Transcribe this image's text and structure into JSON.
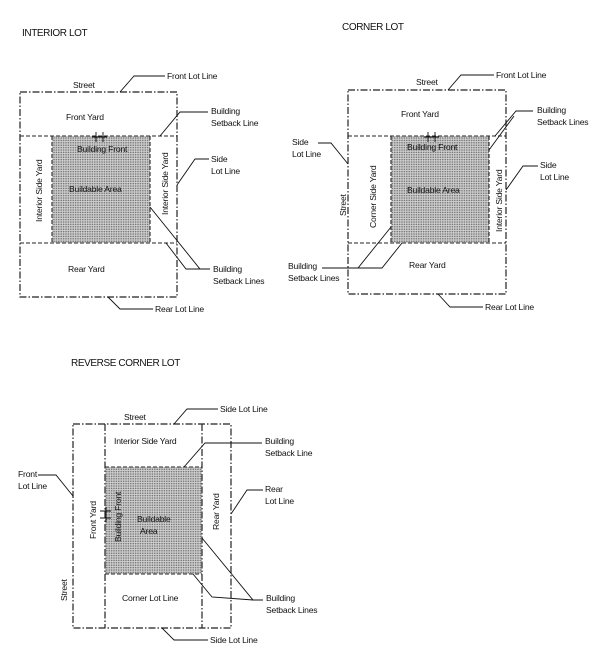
{
  "diagrams": [
    {
      "title": "INTERIOR LOT",
      "labels": {
        "street": "Street",
        "front_yard": "Front Yard",
        "building_front": "Building Front",
        "buildable_area": "Buildable Area",
        "left_side_yard": "Interior Side Yard",
        "right_side_yard": "Interior Side Yard",
        "rear_yard": "Rear Yard"
      },
      "callouts": {
        "front_lot_line": "Front Lot Line",
        "building_setback_line": [
          "Building",
          "Setback Line"
        ],
        "side_lot_line": [
          "Side",
          "Lot Line"
        ],
        "building_setback_lines": [
          "Building",
          "Setback Lines"
        ],
        "rear_lot_line": "Rear Lot Line"
      }
    },
    {
      "title": "CORNER LOT",
      "labels": {
        "street_top": "Street",
        "street_side": "Street",
        "front_yard": "Front Yard",
        "building_front": "Building Front",
        "buildable_area": "Buildable Area",
        "corner_side_yard": "Corner Side Yard",
        "interior_side_yard": "Interior Side Yard",
        "rear_yard": "Rear Yard"
      },
      "callouts": {
        "front_lot_line": "Front Lot Line",
        "building_setback_lines_top": [
          "Building",
          "Setback Lines"
        ],
        "left_side_lot_line": [
          "Side",
          "Lot Line"
        ],
        "right_side_lot_line": [
          "Side",
          "Lot Line"
        ],
        "building_setback_lines_left": [
          "Building",
          "Setback Lines"
        ],
        "rear_lot_line": "Rear Lot Line"
      }
    },
    {
      "title": "REVERSE CORNER LOT",
      "labels": {
        "street_top": "Street",
        "street_side": "Street",
        "interior_side_yard": "Interior Side Yard",
        "front_yard": "Front Yard",
        "building_front": "Building Front",
        "buildable_area": [
          "Buildable",
          "Area"
        ],
        "rear_yard": "Rear Yard",
        "corner_lot_line": "Corner Lot Line"
      },
      "callouts": {
        "side_lot_line_top": "Side Lot Line",
        "building_setback_line": [
          "Building",
          "Setback Line"
        ],
        "front_lot_line": [
          "Front",
          "Lot Line"
        ],
        "rear_lot_line": [
          "Rear",
          "Lot Line"
        ],
        "building_setback_lines": [
          "Building",
          "Setback Lines"
        ],
        "side_lot_line_bottom": "Side Lot Line"
      }
    }
  ]
}
